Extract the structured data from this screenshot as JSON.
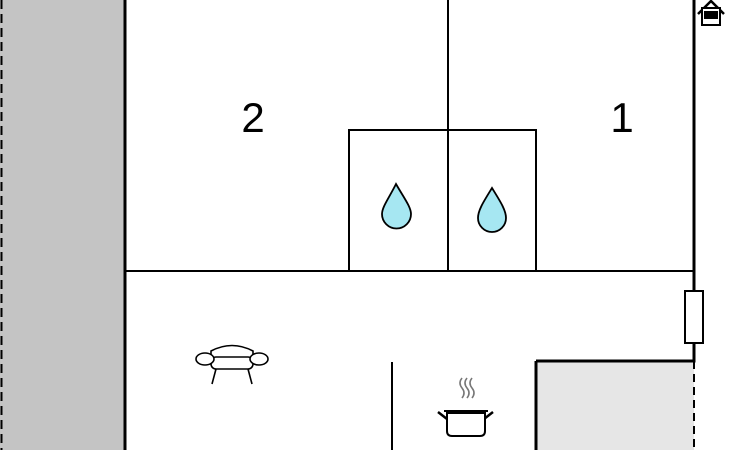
{
  "floorplan": {
    "rooms": [
      {
        "number": "2",
        "kind": "bedroom"
      },
      {
        "number": "1",
        "kind": "bedroom"
      }
    ],
    "icons": {
      "shower_left": "water-drop-icon",
      "shower_right": "water-drop-icon",
      "living_room": "sofa-icon",
      "kitchen": "cooking-pot-icon",
      "entrance": "house-icon"
    },
    "colors": {
      "wall": "#000000",
      "outside_dark": "#c4c4c4",
      "outside_light": "#e6e6e6",
      "water_drop": "#a6e7f2"
    }
  }
}
